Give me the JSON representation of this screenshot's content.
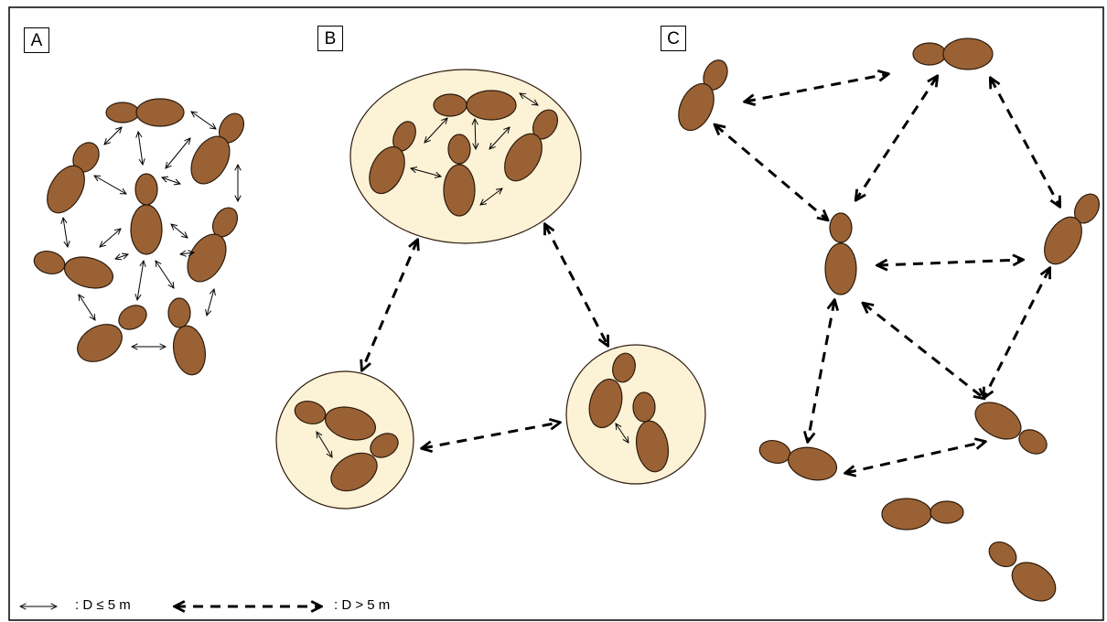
{
  "panels": {
    "a": {
      "label": "A"
    },
    "b": {
      "label": "B"
    },
    "c": {
      "label": "C"
    }
  },
  "legend": {
    "near_label": ": D ≤ 5 m",
    "far_label": ": D > 5 m"
  },
  "colors": {
    "body": "#9a6234",
    "body_outline": "#2b1a0c",
    "group_fill": "#fcf2d6",
    "group_outline": "#2b1a0c",
    "arrow": "#000000"
  }
}
